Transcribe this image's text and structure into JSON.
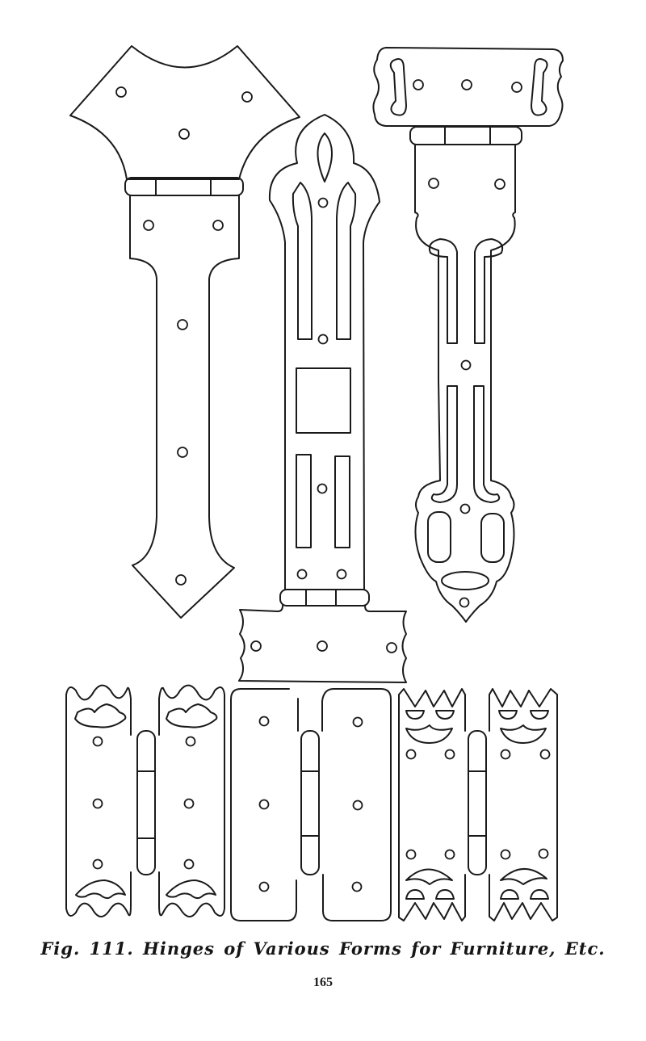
{
  "page": {
    "caption": "Fig. 111.  Hinges of Various Forms for Furniture, Etc.",
    "page_number": "165"
  },
  "figure": {
    "subject": "hinges",
    "items": [
      {
        "name": "strap-hinge-fan-top",
        "description": "Strap hinge with concave fan-shaped top leaf and arrow-pointed strap"
      },
      {
        "name": "strap-hinge-gothic",
        "description": "Gothic-arch strap hinge with pierced slots and wavy-edged base leaf"
      },
      {
        "name": "strap-hinge-scroll",
        "description": "Strap hinge with pierced scroll end and rectangular top leaf with slots"
      },
      {
        "name": "butt-hinge-wave",
        "description": "Butt hinge with wavy edges and crescent piercings"
      },
      {
        "name": "butt-hinge-plain",
        "description": "Plain butt hinge with rounded corners"
      },
      {
        "name": "butt-hinge-crown",
        "description": "Butt hinge with crown-pointed edges and crescent piercings"
      }
    ]
  }
}
